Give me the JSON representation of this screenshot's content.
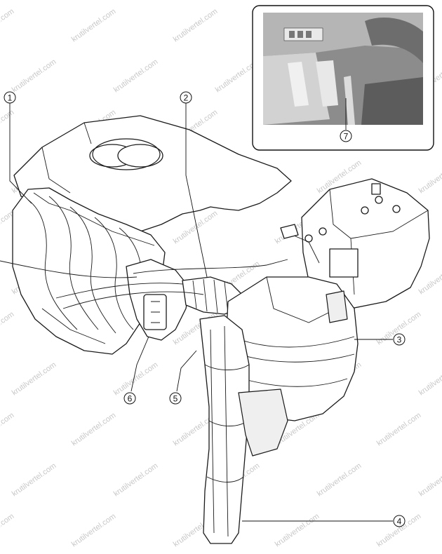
{
  "callouts": [
    {
      "id": "1",
      "label": "1"
    },
    {
      "id": "2",
      "label": "2"
    },
    {
      "id": "3",
      "label": "3"
    },
    {
      "id": "4",
      "label": "4"
    },
    {
      "id": "5",
      "label": "5"
    },
    {
      "id": "6",
      "label": "6"
    },
    {
      "id": "7",
      "label": "7"
    }
  ],
  "watermark": {
    "text": "krutilvertel.com"
  },
  "colors": {
    "line": "#1a1a1a",
    "watermark": "#9a9a9a",
    "inset_photo": "#8c8c8c"
  }
}
